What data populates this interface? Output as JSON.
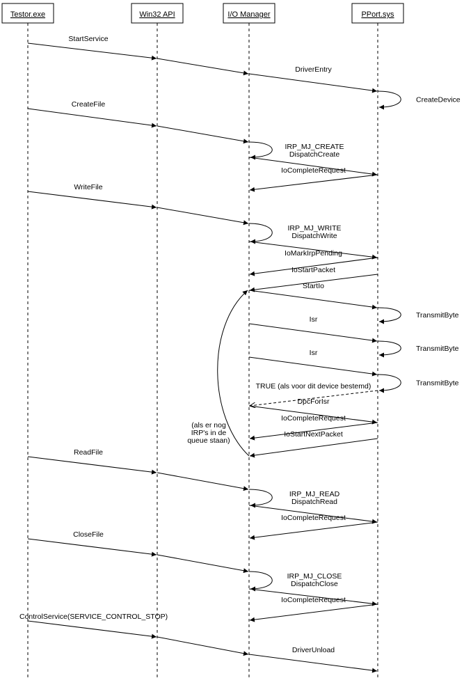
{
  "lifelines": [
    {
      "id": "testor",
      "label": "Testor.exe"
    },
    {
      "id": "win32",
      "label": "Win32 API"
    },
    {
      "id": "iomgr",
      "label": "I/O Manager"
    },
    {
      "id": "pport",
      "label": "PPort.sys"
    }
  ],
  "messages": [
    {
      "from": "testor",
      "to": "win32",
      "label": "StartService"
    },
    {
      "from": "win32",
      "to": "iomgr",
      "label": ""
    },
    {
      "from": "iomgr",
      "to": "pport",
      "label": "DriverEntry"
    },
    {
      "from": "pport",
      "to": "pport",
      "label": "CreateDevice"
    },
    {
      "from": "testor",
      "to": "win32",
      "label": "CreateFile"
    },
    {
      "from": "win32",
      "to": "iomgr",
      "label": ""
    },
    {
      "from": "iomgr",
      "to": "iomgr",
      "label": "IRP_MJ_CREATE\nDispatchCreate"
    },
    {
      "from": "iomgr",
      "to": "pport",
      "label": ""
    },
    {
      "from": "pport",
      "to": "iomgr",
      "label": "IoCompleteRequest"
    },
    {
      "from": "testor",
      "to": "win32",
      "label": "WriteFile"
    },
    {
      "from": "win32",
      "to": "iomgr",
      "label": ""
    },
    {
      "from": "iomgr",
      "to": "iomgr",
      "label": "IRP_MJ_WRITE\nDispatchWrite"
    },
    {
      "from": "iomgr",
      "to": "pport",
      "label": ""
    },
    {
      "from": "pport",
      "to": "iomgr",
      "label": "IoMarkIrpPending"
    },
    {
      "from": "pport",
      "to": "iomgr",
      "label": "IoStartPacket"
    },
    {
      "from": "iomgr",
      "to": "pport",
      "label": "StartIo"
    },
    {
      "from": "pport",
      "to": "pport",
      "label": "TransmitByte"
    },
    {
      "from": "iomgr",
      "to": "pport",
      "label": "Isr"
    },
    {
      "from": "pport",
      "to": "pport",
      "label": "TransmitByte"
    },
    {
      "from": "iomgr",
      "to": "pport",
      "label": "Isr"
    },
    {
      "from": "pport",
      "to": "pport",
      "label": "TransmitByte"
    },
    {
      "from": "pport",
      "to": "iomgr",
      "label": "TRUE (als voor dit device bestemd)",
      "style": "dashed"
    },
    {
      "from": "iomgr",
      "to": "pport",
      "label": "DpcForIsr"
    },
    {
      "from": "pport",
      "to": "iomgr",
      "label": "IoCompleteRequest"
    },
    {
      "from": "pport",
      "to": "iomgr",
      "label": "IoStartNextPacket"
    },
    {
      "from": "testor",
      "to": "win32",
      "label": "ReadFile"
    },
    {
      "from": "win32",
      "to": "iomgr",
      "label": ""
    },
    {
      "from": "iomgr",
      "to": "iomgr",
      "label": "IRP_MJ_READ\nDispatchRead"
    },
    {
      "from": "iomgr",
      "to": "pport",
      "label": ""
    },
    {
      "from": "pport",
      "to": "iomgr",
      "label": "IoCompleteRequest"
    },
    {
      "from": "testor",
      "to": "win32",
      "label": "CloseFile"
    },
    {
      "from": "win32",
      "to": "iomgr",
      "label": ""
    },
    {
      "from": "iomgr",
      "to": "iomgr",
      "label": "IRP_MJ_CLOSE\nDispatchClose"
    },
    {
      "from": "iomgr",
      "to": "pport",
      "label": ""
    },
    {
      "from": "pport",
      "to": "iomgr",
      "label": "IoCompleteRequest"
    },
    {
      "from": "testor",
      "to": "win32",
      "label": "ControlService(SERVICE_CONTROL_STOP)"
    },
    {
      "from": "win32",
      "to": "iomgr",
      "label": ""
    },
    {
      "from": "iomgr",
      "to": "pport",
      "label": "DriverUnload"
    }
  ],
  "loop_note": {
    "label": "(als er nog\nIRP's in de\nqueue staan)"
  }
}
